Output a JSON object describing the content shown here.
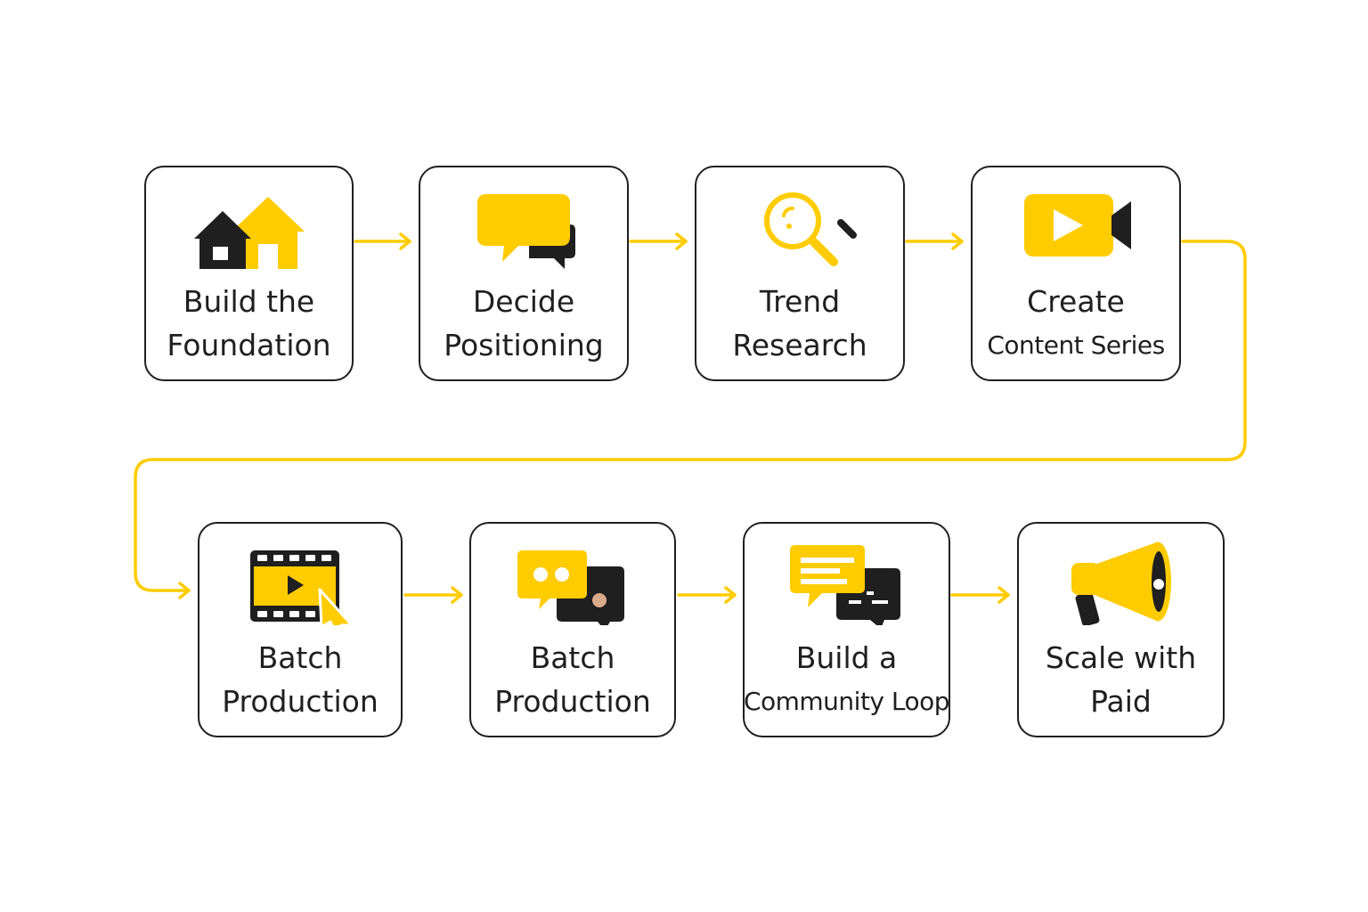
{
  "colors": {
    "accent": "#FFCC00",
    "ink": "#1F1F1F",
    "skin": "#D9A98C"
  },
  "steps": [
    {
      "icon": "house-icon",
      "lines": [
        "Build the",
        "Foundation"
      ]
    },
    {
      "icon": "speech-bubbles-icon",
      "lines": [
        "Decide",
        "Positioning"
      ]
    },
    {
      "icon": "magnifying-glass-icon",
      "lines": [
        "Trend",
        "Research"
      ]
    },
    {
      "icon": "video-camera-icon",
      "lines": [
        "Create",
        "Content Series"
      ]
    },
    {
      "icon": "film-strip-cursor-icon",
      "lines": [
        "Batch",
        "Production"
      ]
    },
    {
      "icon": "chat-bubbles-icon",
      "lines": [
        "Batch",
        "Production"
      ]
    },
    {
      "icon": "message-bubbles-icon",
      "lines": [
        "Build a",
        "Community Loop"
      ]
    },
    {
      "icon": "megaphone-icon",
      "lines": [
        "Scale with",
        "Paid"
      ]
    }
  ]
}
